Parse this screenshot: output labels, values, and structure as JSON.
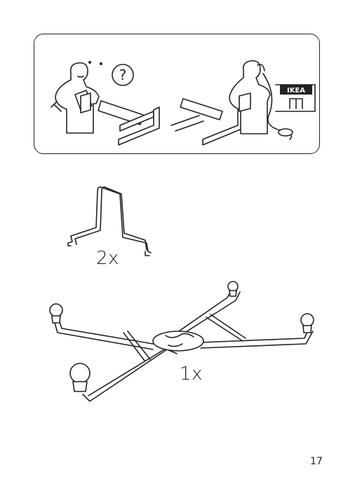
{
  "help_panel": {
    "question_glyph": "?",
    "store_sign": "IKEA"
  },
  "parts": [
    {
      "id": "wire-bracket",
      "quantity": "2x"
    },
    {
      "id": "ceiling-frame",
      "quantity": "1x"
    }
  ],
  "page_number": "17"
}
